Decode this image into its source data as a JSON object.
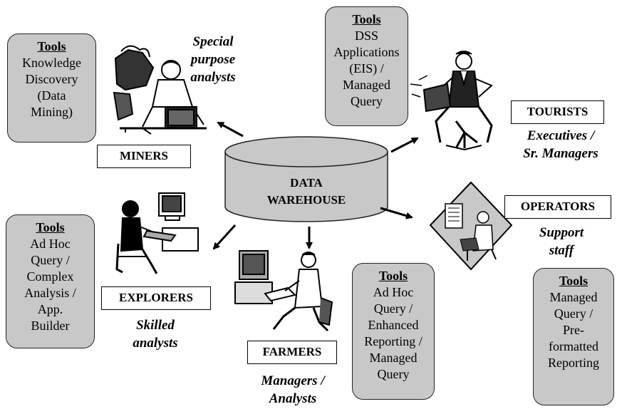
{
  "center": {
    "lines": [
      "DATA",
      "WAREHOUSE"
    ]
  },
  "miners": {
    "label": "MINERS",
    "description": [
      "Special",
      "purpose",
      "analysts"
    ],
    "tools_title": "Tools",
    "tools": [
      "Knowledge",
      "Discovery",
      "(Data",
      "Mining)"
    ]
  },
  "tourists": {
    "label": "TOURISTS",
    "description": [
      "Executives /",
      "Sr. Managers"
    ],
    "tools_title": "Tools",
    "tools": [
      "DSS",
      "Applications",
      "(EIS) /",
      "Managed",
      "Query"
    ]
  },
  "operators": {
    "label": "OPERATORS",
    "description": [
      "Support",
      "staff"
    ],
    "tools_title": "Tools",
    "tools": [
      "Managed",
      "Query  /",
      "Pre-",
      "formatted",
      "Reporting"
    ]
  },
  "explorers": {
    "label": "EXPLORERS",
    "description": [
      "Skilled",
      "analysts"
    ],
    "tools_title": "Tools",
    "tools": [
      "Ad Hoc",
      "Query /",
      "Complex",
      "Analysis /",
      "App.",
      "Builder"
    ]
  },
  "farmers": {
    "label": "FARMERS",
    "description": [
      "Managers /",
      "Analysts"
    ],
    "tools_title": "Tools",
    "tools": [
      "Ad Hoc",
      "Query /",
      "Enhanced",
      "Reporting /",
      "Managed",
      "Query"
    ]
  }
}
